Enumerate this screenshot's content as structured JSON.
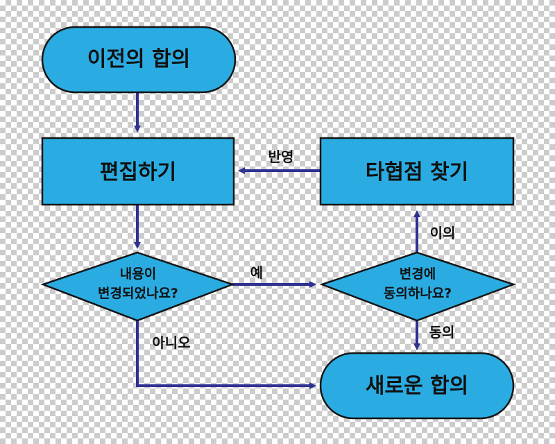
{
  "colors": {
    "node_fill": "#2aace2",
    "node_stroke": "#141414",
    "arrow": "#2e3192"
  },
  "nodes": {
    "start": "이전의 합의",
    "edit": "편집하기",
    "compromise": "타협점 찾기",
    "decision_changed": [
      "내용이",
      "변경되었나요?"
    ],
    "decision_agree": [
      "변경에",
      "동의하나요?"
    ],
    "end": "새로운 합의"
  },
  "edges": {
    "yes": "예",
    "no": "아니오",
    "reflect": "반영",
    "objection": "이의",
    "agree": "동의"
  }
}
